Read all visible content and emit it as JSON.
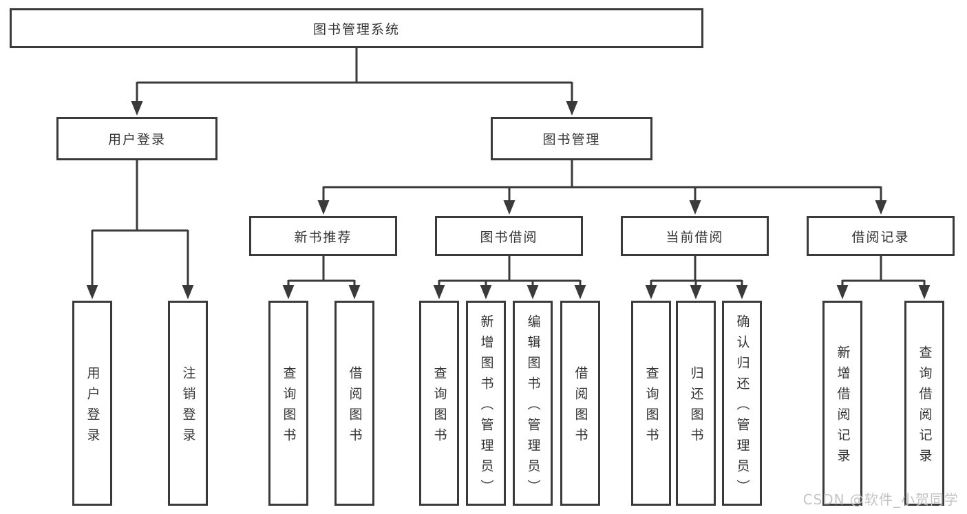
{
  "tree": {
    "label": "图书管理系统",
    "children": [
      {
        "label": "用户登录",
        "children": [
          {
            "label": "用户登录"
          },
          {
            "label": "注销登录"
          }
        ]
      },
      {
        "label": "图书管理",
        "children": [
          {
            "label": "新书推荐",
            "children": [
              {
                "label": "查询图书"
              },
              {
                "label": "借阅图书"
              }
            ]
          },
          {
            "label": "图书借阅",
            "children": [
              {
                "label": "查询图书"
              },
              {
                "label": "新增图书（管理员）"
              },
              {
                "label": "编辑图书（管理员）"
              },
              {
                "label": "借阅图书"
              }
            ]
          },
          {
            "label": "当前借阅",
            "children": [
              {
                "label": "查询图书"
              },
              {
                "label": "归还图书"
              },
              {
                "label": "确认归还（管理员）"
              }
            ]
          },
          {
            "label": "借阅记录",
            "children": [
              {
                "label": "新增借阅记录"
              },
              {
                "label": "查询借阅记录"
              }
            ]
          }
        ]
      }
    ]
  },
  "watermark": "CSDN @软件_小贺同学",
  "colors": {
    "line": "#3a3a3a",
    "text": "#333333",
    "watermark": "#c3c3c3",
    "background": "#ffffff"
  }
}
